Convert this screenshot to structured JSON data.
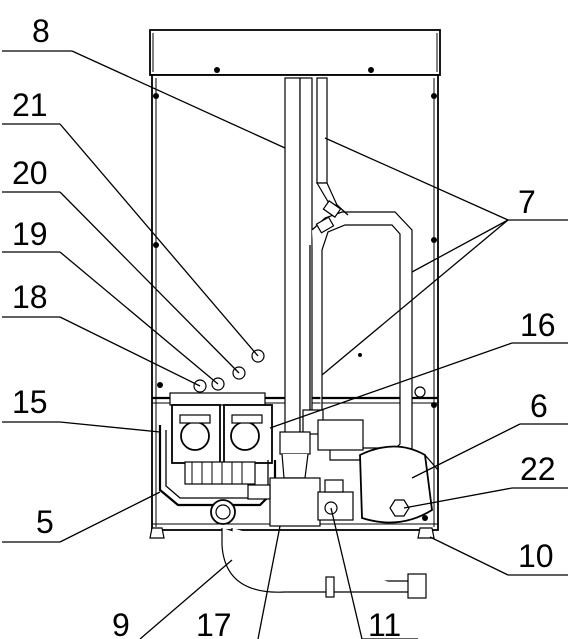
{
  "diagram": {
    "labels_left": [
      {
        "id": "lbl-8",
        "text": "8"
      },
      {
        "id": "lbl-21",
        "text": "21"
      },
      {
        "id": "lbl-20",
        "text": "20"
      },
      {
        "id": "lbl-19",
        "text": "19"
      },
      {
        "id": "lbl-18",
        "text": "18"
      },
      {
        "id": "lbl-15",
        "text": "15"
      },
      {
        "id": "lbl-5",
        "text": "5"
      }
    ],
    "labels_right": [
      {
        "id": "lbl-7",
        "text": "7"
      },
      {
        "id": "lbl-16",
        "text": "16"
      },
      {
        "id": "lbl-6",
        "text": "6"
      },
      {
        "id": "lbl-22",
        "text": "22"
      },
      {
        "id": "lbl-10",
        "text": "10"
      }
    ],
    "labels_bottom": [
      {
        "id": "lbl-9",
        "text": "9"
      },
      {
        "id": "lbl-17",
        "text": "17"
      },
      {
        "id": "lbl-11",
        "text": "11"
      }
    ]
  }
}
